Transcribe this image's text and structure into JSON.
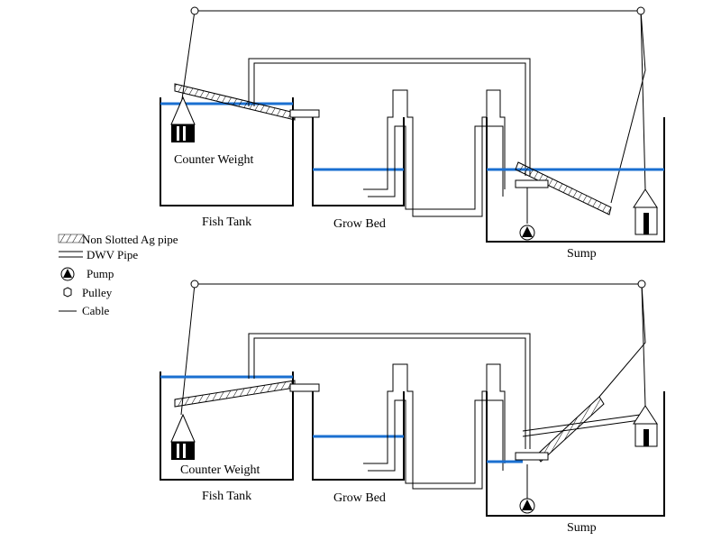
{
  "labels": {
    "counter_weight": "Counter Weight",
    "fish_tank": "Fish Tank",
    "grow_bed": "Grow Bed",
    "sump": "Sump"
  },
  "legend": {
    "ag_pipe": "Non Slotted Ag pipe",
    "dwv_pipe": "DWV Pipe",
    "pump": "Pump",
    "pulley": "Pulley",
    "cable": "Cable"
  },
  "colors": {
    "water": "#1a6fd0",
    "line": "#000000"
  }
}
